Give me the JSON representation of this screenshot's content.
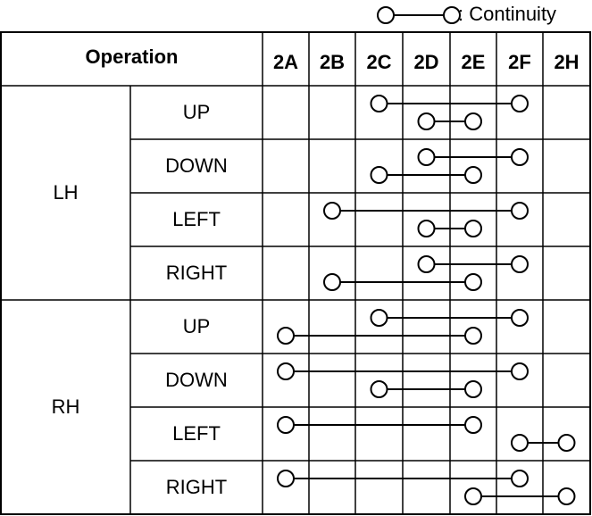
{
  "legend": {
    "text": ": Continuity"
  },
  "header": {
    "operation": "Operation",
    "terminals": [
      "2A",
      "2B",
      "2C",
      "2D",
      "2E",
      "2F",
      "2H"
    ]
  },
  "groups": [
    {
      "side": "LH",
      "rows": [
        {
          "op": "UP",
          "links": [
            [
              "2C",
              "2F"
            ],
            [
              "2D",
              "2E"
            ]
          ]
        },
        {
          "op": "DOWN",
          "links": [
            [
              "2D",
              "2F"
            ],
            [
              "2C",
              "2E"
            ]
          ]
        },
        {
          "op": "LEFT",
          "links": [
            [
              "2B",
              "2F"
            ],
            [
              "2D",
              "2E"
            ]
          ]
        },
        {
          "op": "RIGHT",
          "links": [
            [
              "2D",
              "2F"
            ],
            [
              "2B",
              "2E"
            ]
          ]
        }
      ]
    },
    {
      "side": "RH",
      "rows": [
        {
          "op": "UP",
          "links": [
            [
              "2C",
              "2F"
            ],
            [
              "2A",
              "2E"
            ]
          ]
        },
        {
          "op": "DOWN",
          "links": [
            [
              "2A",
              "2F"
            ],
            [
              "2C",
              "2E"
            ]
          ]
        },
        {
          "op": "LEFT",
          "links": [
            [
              "2A",
              "2E"
            ],
            [
              "2F",
              "2H"
            ]
          ]
        },
        {
          "op": "RIGHT",
          "links": [
            [
              "2A",
              "2F"
            ],
            [
              "2E",
              "2H"
            ]
          ]
        }
      ]
    }
  ]
}
